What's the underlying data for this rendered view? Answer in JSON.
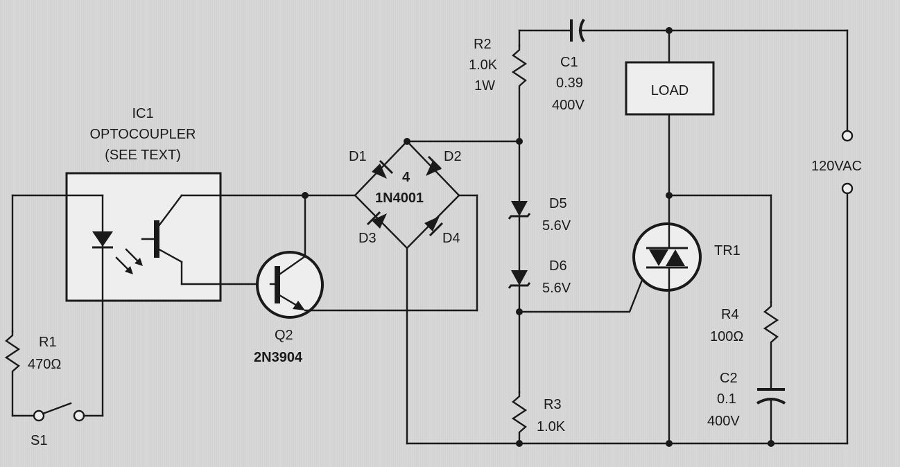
{
  "labels": {
    "ic1_name": "IC1",
    "ic1_type": "OPTOCOUPLER",
    "ic1_note": "(SEE TEXT)",
    "r1_name": "R1",
    "r1_value": "470Ω",
    "s1_name": "S1",
    "q2_name": "Q2",
    "q2_part": "2N3904",
    "d1_name": "D1",
    "d2_name": "D2",
    "d3_name": "D3",
    "d4_name": "D4",
    "bridge_count": "4",
    "bridge_part": "1N4001",
    "r2_name": "R2",
    "r2_value": "1.0K",
    "r2_power": "1W",
    "c1_name": "C1",
    "c1_value": "0.39",
    "c1_voltage": "400V",
    "load": "LOAD",
    "supply": "120VAC",
    "d5_name": "D5",
    "d5_value": "5.6V",
    "d6_name": "D6",
    "d6_value": "5.6V",
    "tr1_name": "TR1",
    "r4_name": "R4",
    "r4_value": "100Ω",
    "c2_name": "C2",
    "c2_value": "0.1",
    "c2_voltage": "400V",
    "r3_name": "R3",
    "r3_value": "1.0K"
  }
}
